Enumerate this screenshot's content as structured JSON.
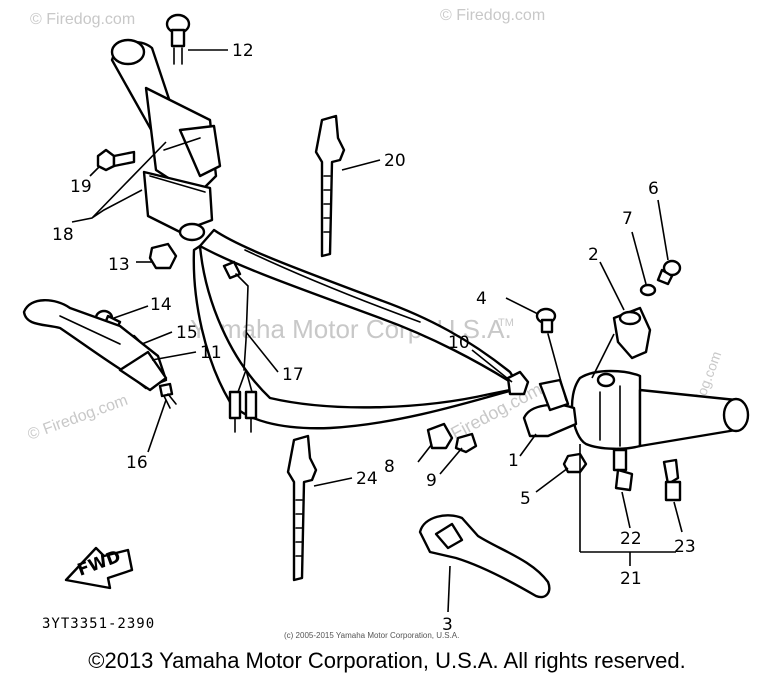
{
  "watermarks": {
    "corner": "© Firedog.com",
    "center": "Yamaha Motor Corp. U.S.A.",
    "tm": "TM",
    "diag": "Firedog.com"
  },
  "arrow_label": "FWD",
  "diagram_code": "3YT3351-2390",
  "fine_print": "(c) 2005-2015 Yamaha Motor Corporation, U.S.A.",
  "footer": "©2013 Yamaha Motor Corporation, U.S.A. All rights reserved.",
  "callouts": {
    "n1": "1",
    "n2": "2",
    "n3": "3",
    "n4": "4",
    "n5": "5",
    "n6": "6",
    "n7": "7",
    "n8": "8",
    "n9": "9",
    "n10": "10",
    "n11": "11",
    "n12": "12",
    "n13": "13",
    "n14": "14",
    "n15": "15",
    "n16": "16",
    "n17": "17",
    "n18": "18",
    "n19": "19",
    "n20": "20",
    "n21": "21",
    "n22": "22",
    "n23": "23",
    "n24": "24"
  }
}
